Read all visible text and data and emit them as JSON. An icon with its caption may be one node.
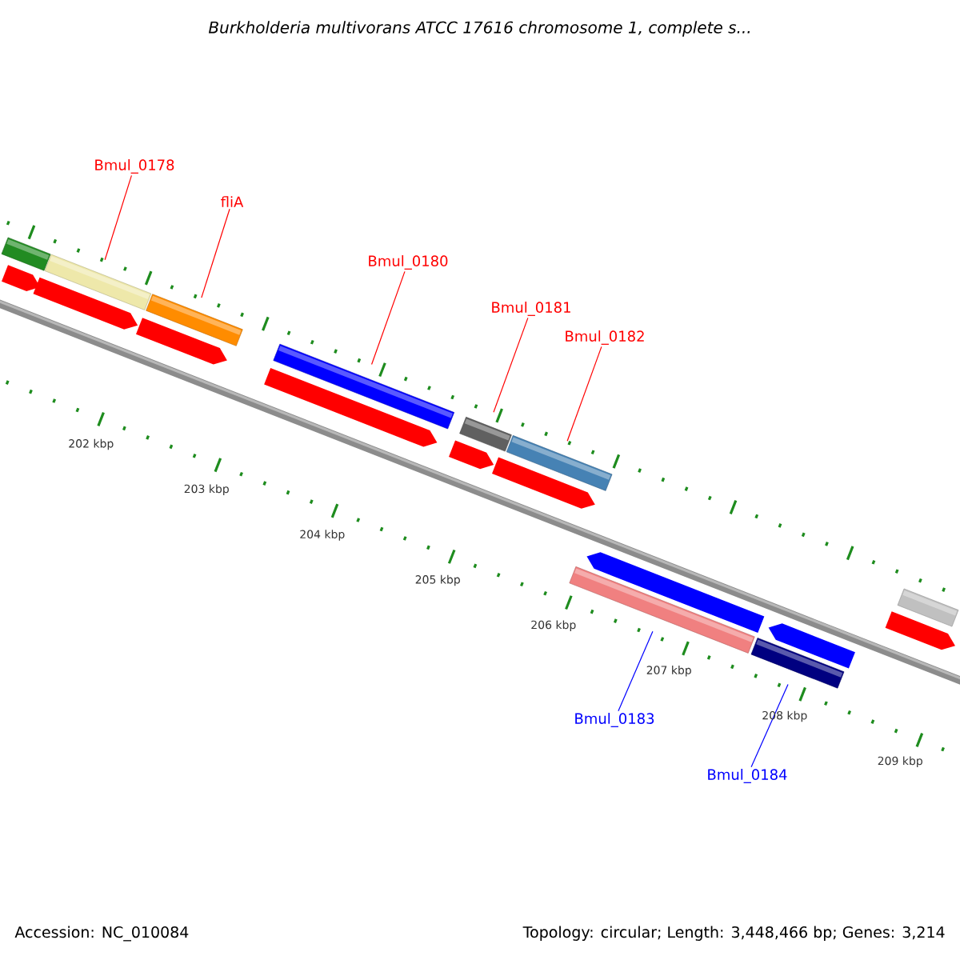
{
  "diagram": {
    "title": "Burkholderia multivorans ATCC 17616 chromosome 1, complete s...",
    "nodes": [
      {
        "text": [
          "Bmul_0178"
        ]
      },
      {
        "text": [
          "fliA"
        ]
      },
      {
        "text": [
          "Bmul_0180"
        ]
      },
      {
        "text": [
          "Bmul_0181"
        ]
      },
      {
        "text": [
          "Bmul_0182"
        ]
      },
      {
        "text": [
          "Bmul_0183"
        ]
      },
      {
        "text": [
          "Bmul_0184"
        ]
      },
      {
        "text": [],
        "shape": "bar"
      },
      {
        "text": [],
        "shape": "arrow"
      },
      {
        "text": [],
        "shape": "bar"
      },
      {
        "text": [],
        "shape": "arrow"
      },
      {
        "text": [],
        "shape": "bar"
      },
      {
        "text": [],
        "shape": "arrow"
      },
      {
        "text": [],
        "shape": "bar"
      },
      {
        "text": [],
        "shape": "arrow"
      },
      {
        "text": [],
        "shape": "bar"
      },
      {
        "text": [],
        "shape": "arrow"
      },
      {
        "text": [],
        "shape": "bar"
      },
      {
        "text": [],
        "shape": "arrow"
      },
      {
        "text": [],
        "shape": "bar"
      },
      {
        "text": [],
        "shape": "arrow"
      },
      {
        "text": [],
        "shape": "bar"
      },
      {
        "text": [],
        "shape": "arrow"
      },
      {
        "text": [],
        "shape": "bar"
      },
      {
        "text": [],
        "shape": "arrow"
      }
    ],
    "edges": [
      {
        "from": 0,
        "to": 9,
        "arrow": "none"
      },
      {
        "from": 1,
        "to": 11,
        "arrow": "none"
      },
      {
        "from": 2,
        "to": 13,
        "arrow": "none"
      },
      {
        "from": 3,
        "to": 15,
        "arrow": "none"
      },
      {
        "from": 4,
        "to": 17,
        "arrow": "none"
      },
      {
        "from": 5,
        "to": 19,
        "arrow": "none",
        "color": "#0000ff"
      },
      {
        "from": 6,
        "to": 21,
        "arrow": "none",
        "color": "#0000ff"
      }
    ],
    "labels": [
      "202 kbp",
      "203 kbp",
      "204 kbp",
      "205 kbp",
      "206 kbp",
      "207 kbp",
      "208 kbp",
      "209 kbp",
      "Accession: NC_010084",
      "Topology: circular; Length: 3,448,466 bp; Genes: 3,214"
    ]
  }
}
